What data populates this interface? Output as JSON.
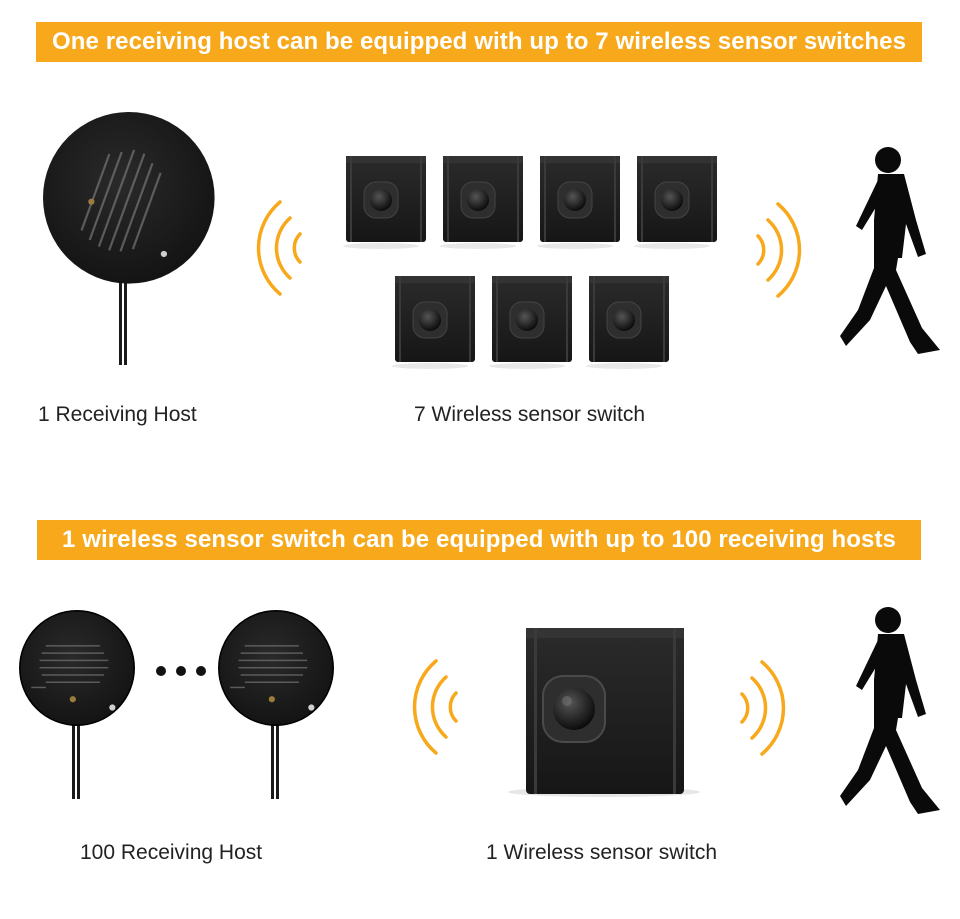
{
  "section1": {
    "banner": "One receiving host can be equipped with up to 7 wireless sensor switches",
    "host_caption": "1 Receiving Host",
    "switch_caption": "7 Wireless sensor switch"
  },
  "section2": {
    "banner": "1 wireless sensor switch can be equipped with up to 100 receiving hosts",
    "host_caption": "100 Receiving Host",
    "switch_caption": "1 Wireless sensor switch"
  },
  "colors": {
    "accent": "#f7a81b",
    "device": "#1c1c1c",
    "silhouette": "#0a0a0a"
  },
  "icons": [
    "receiving-host-icon",
    "wireless-sensor-switch-icon",
    "signal-waves-icon",
    "walking-person-icon",
    "ellipsis-icon"
  ]
}
